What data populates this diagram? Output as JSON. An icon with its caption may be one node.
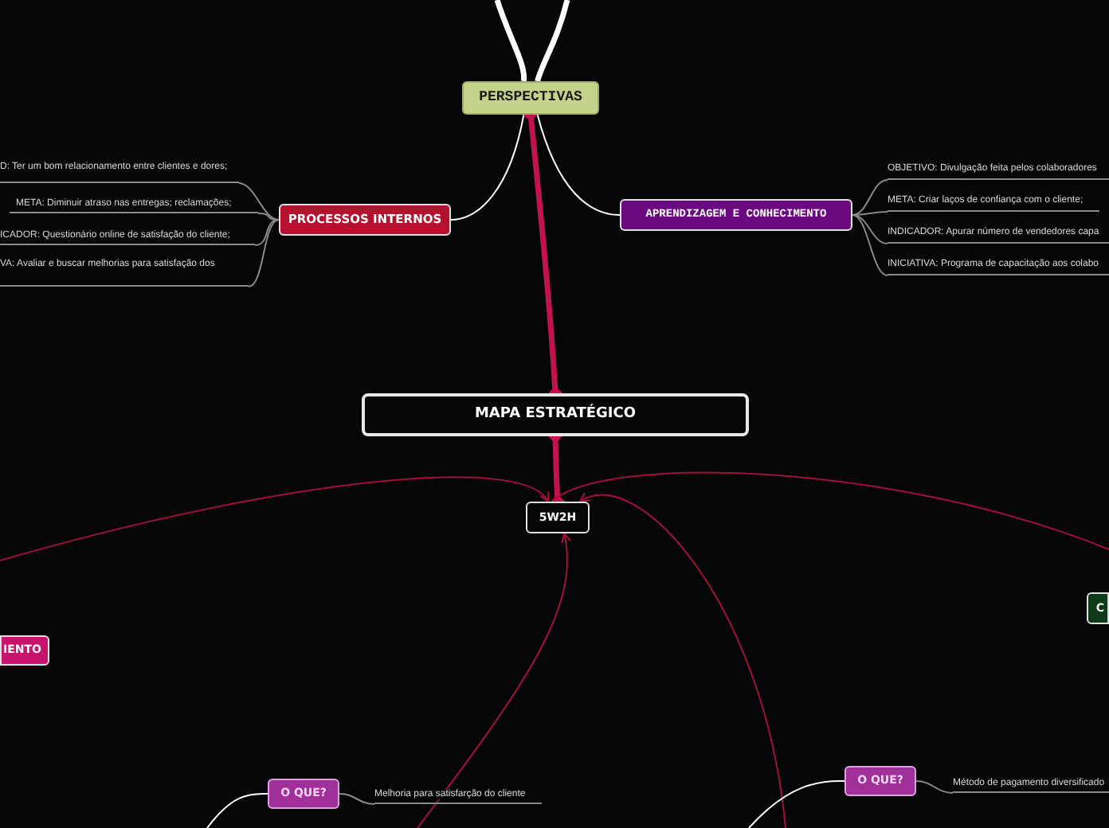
{
  "diagram": {
    "nodes": [
      {
        "text": [
          "PERSPECTIVAS"
        ]
      },
      {
        "text": [
          "PROCESSOS INTERNOS"
        ]
      },
      {
        "text": [
          "D: Ter um bom relacionamento entre clientes e dores;"
        ]
      },
      {
        "text": [
          "META: Diminuir atraso nas entregas; reclamações;"
        ]
      },
      {
        "text": [
          "ICADOR: Questionário online de satisfação do cliente;"
        ]
      },
      {
        "text": [
          "VA: Avaliar e buscar melhorias para satisfação dos"
        ]
      },
      {
        "text": [
          "APRENDIZAGEM E CONHECIMENTO"
        ]
      },
      {
        "text": [
          "OBJETIVO: Divulgação feita pelos colaboradores"
        ]
      },
      {
        "text": [
          "META: Criar laços de confiança com o cliente;"
        ]
      },
      {
        "text": [
          "INDICADOR: Apurar número de vendedores capa"
        ]
      },
      {
        "text": [
          "INICIATIVA: Programa de capacitação aos colabo"
        ]
      },
      {
        "text": [
          "MAPA ESTRATÉGICO"
        ]
      },
      {
        "text": [
          "5W2H"
        ]
      },
      {
        "text": [
          "IENTO"
        ]
      },
      {
        "text": [
          "C"
        ]
      },
      {
        "text": [
          "O QUE?"
        ]
      },
      {
        "text": [
          "Melhoria para satisfarção do cliente"
        ]
      },
      {
        "text": [
          "O QUE?"
        ]
      },
      {
        "text": [
          "Método de pagamento diversificado"
        ]
      }
    ],
    "edges": [
      {
        "from": 0,
        "to": 1,
        "arrow": "none",
        "color": "#ffffff"
      },
      {
        "from": 0,
        "to": 6,
        "arrow": "none",
        "color": "#ffffff"
      },
      {
        "from": null,
        "to": 0,
        "arrow": "none",
        "color": "#ffffff",
        "style": "thick"
      },
      {
        "from": null,
        "to": 0,
        "arrow": "none",
        "color": "#ffffff",
        "style": "thick"
      },
      {
        "from": 1,
        "to": 2,
        "arrow": "none"
      },
      {
        "from": 1,
        "to": 3,
        "arrow": "none"
      },
      {
        "from": 1,
        "to": 4,
        "arrow": "none"
      },
      {
        "from": 1,
        "to": 5,
        "arrow": "none"
      },
      {
        "from": 6,
        "to": 7,
        "arrow": "none"
      },
      {
        "from": 6,
        "to": 8,
        "arrow": "none"
      },
      {
        "from": 6,
        "to": 9,
        "arrow": "none"
      },
      {
        "from": 6,
        "to": 10,
        "arrow": "none"
      },
      {
        "from": 11,
        "to": 0,
        "arrow": "other",
        "style": "thick",
        "color": "#c2124f"
      },
      {
        "from": 11,
        "to": 12,
        "arrow": "other",
        "style": "thick",
        "color": "#c2124f"
      },
      {
        "from": null,
        "to": 12,
        "arrow": "to",
        "color": "#a3103c"
      },
      {
        "from": null,
        "to": 12,
        "arrow": "none",
        "color": "#a3103c"
      },
      {
        "from": null,
        "to": 12,
        "arrow": "to",
        "color": "#a3103c"
      },
      {
        "from": null,
        "to": 12,
        "arrow": "to",
        "color": "#a3103c"
      },
      {
        "from": null,
        "to": 15,
        "arrow": "none",
        "color": "#ffffff"
      },
      {
        "from": 15,
        "to": 16,
        "arrow": "none"
      },
      {
        "from": null,
        "to": 17,
        "arrow": "none",
        "color": "#ffffff"
      },
      {
        "from": 17,
        "to": 18,
        "arrow": "none"
      }
    ]
  }
}
